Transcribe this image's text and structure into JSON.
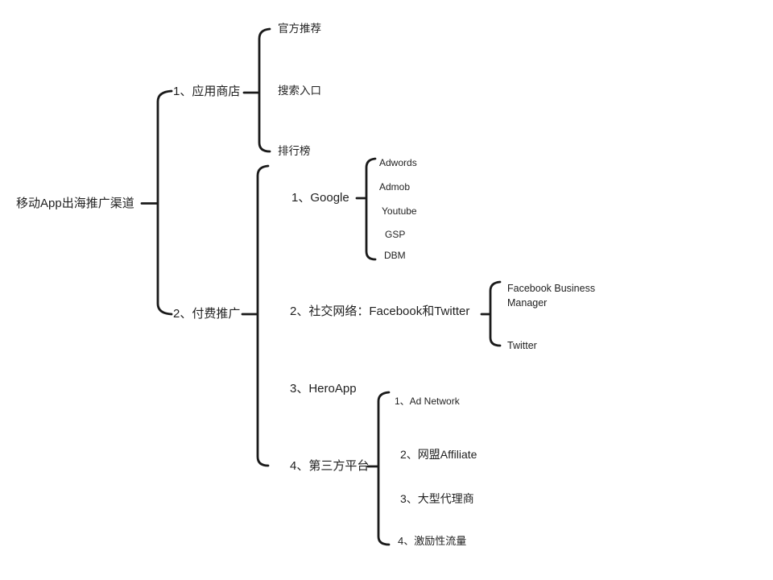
{
  "diagram_title": "移动App出海推广渠道",
  "nodes": {
    "root": "移动App出海推广渠道",
    "app_store": "1、应用商店",
    "app_store_children": [
      "官方推荐",
      "搜索入口",
      "排行榜"
    ],
    "paid": "2、付费推广",
    "google": "1、Google",
    "google_children": [
      "Adwords",
      "Admob",
      "Youtube",
      "GSP",
      "DBM"
    ],
    "social": "2、社交网络：Facebook和Twitter",
    "social_children": [
      "Facebook Business Manager",
      "Twitter"
    ],
    "heroapp": "3、HeroApp",
    "third_party": "4、第三方平台",
    "third_party_children": [
      "1、Ad Network",
      "2、网盟Affiliate",
      "3、大型代理商",
      "4、激励性流量"
    ]
  },
  "colors": {
    "background": "#ffffff",
    "text": "#1f1f1f",
    "line": "#1a1a1a"
  }
}
